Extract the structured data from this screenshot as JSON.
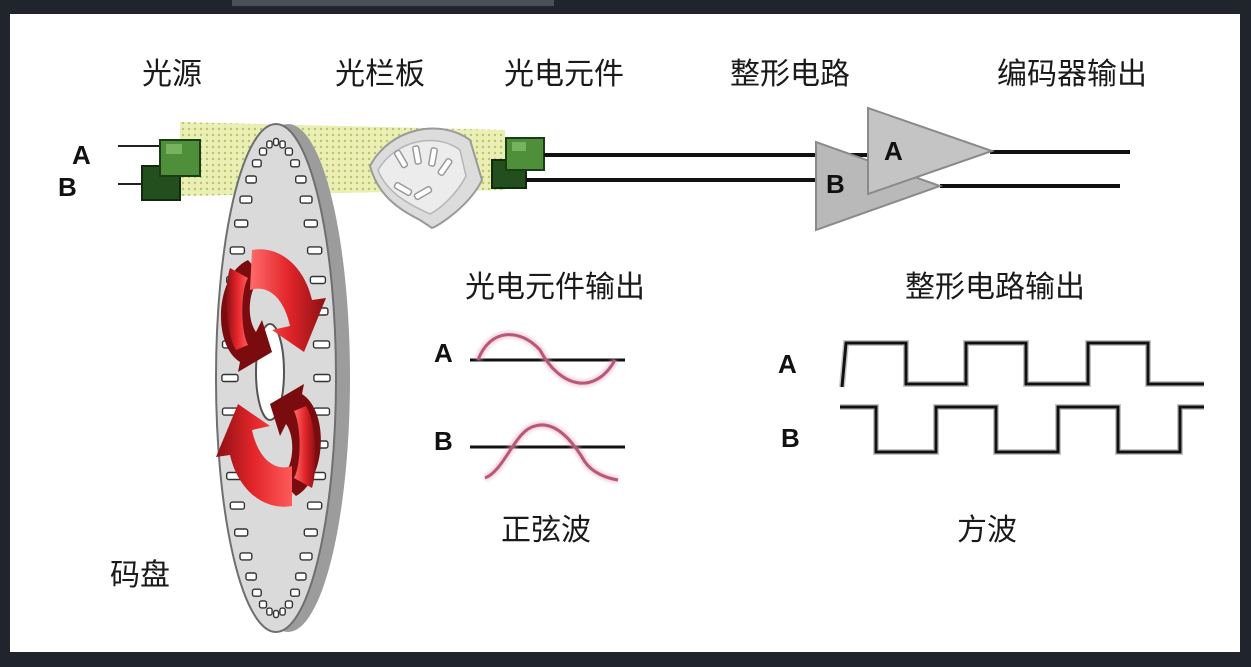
{
  "labels": {
    "light_source": "光源",
    "grating": "光栏板",
    "photo_element": "光电元件",
    "shaping_circuit": "整形电路",
    "encoder_output": "编码器输出",
    "photo_output": "光电元件输出",
    "shaping_output": "整形电路输出",
    "sine_wave": "正弦波",
    "square_wave": "方波",
    "code_disc": "码盘"
  },
  "channels": {
    "a": "A",
    "b": "B"
  },
  "colors": {
    "border_dark": "#20242d",
    "led_green": "#4f8f3a",
    "light_beam": "#e6ea9c",
    "disc_gray": "#d7d7d7",
    "arrow_red": "#e3262b",
    "gate_gray": "#bdbdbd",
    "sine_wave": "#b8577a"
  }
}
